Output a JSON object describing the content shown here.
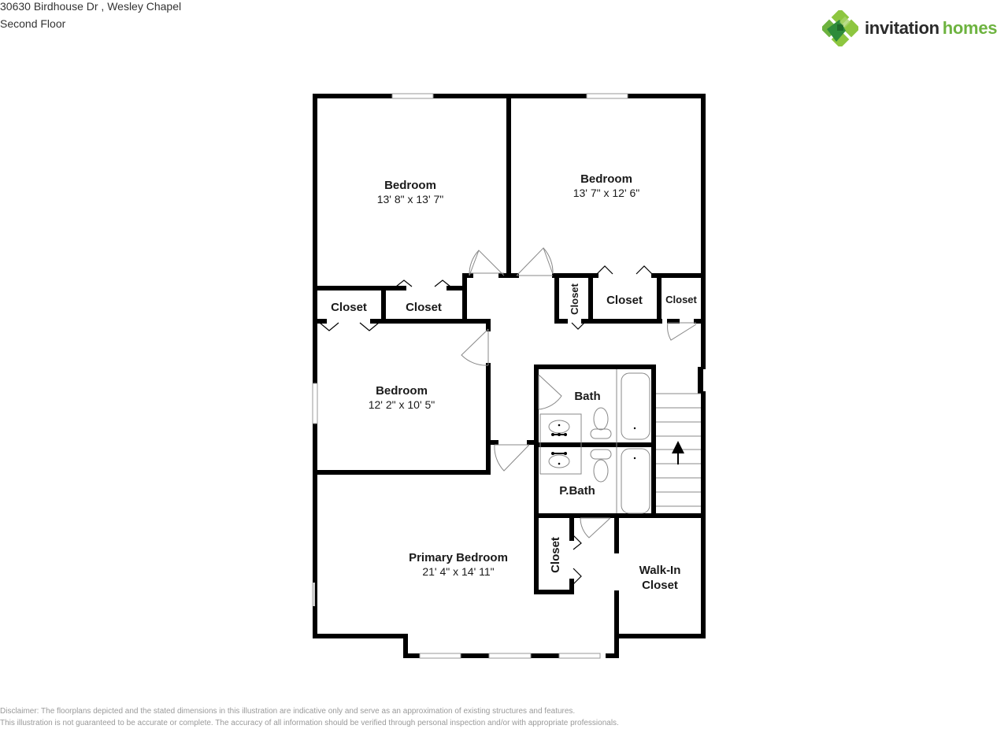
{
  "header": {
    "address": "30630 Birdhouse Dr , Wesley Chapel",
    "floor": "Second Floor"
  },
  "brand": {
    "name_part1": "invitation",
    "name_part2": "homes",
    "logo_icon": "green-diamond-cluster-icon",
    "colors": {
      "dark_green": "#2e8b3a",
      "light_green": "#8dc63f",
      "text_dark": "#2a2a2a",
      "text_green": "#6db33f"
    }
  },
  "floorplan": {
    "wall_color": "#000000",
    "rooms": [
      {
        "id": "bedroom-1",
        "label": "Bedroom",
        "dimensions": "13' 8\" x 13' 7\""
      },
      {
        "id": "bedroom-2",
        "label": "Bedroom",
        "dimensions": "13' 7\" x 12' 6\""
      },
      {
        "id": "bedroom-3",
        "label": "Bedroom",
        "dimensions": "12' 2\" x 10' 5\""
      },
      {
        "id": "primary-bedroom",
        "label": "Primary Bedroom",
        "dimensions": "21' 4\" x 14' 11\""
      },
      {
        "id": "closet-1",
        "label": "Closet"
      },
      {
        "id": "closet-2",
        "label": "Closet"
      },
      {
        "id": "closet-3",
        "label": "Closet"
      },
      {
        "id": "closet-4",
        "label": "Closet"
      },
      {
        "id": "closet-5",
        "label": "Closet"
      },
      {
        "id": "closet-6",
        "label": "Closet"
      },
      {
        "id": "bath",
        "label": "Bath"
      },
      {
        "id": "p-bath",
        "label": "P.Bath"
      },
      {
        "id": "walk-in-closet",
        "label_line1": "Walk-In",
        "label_line2": "Closet"
      }
    ],
    "stairs_direction": "up"
  },
  "disclaimer": {
    "line1": "Disclaimer: The floorplans depicted and the stated dimensions in this illustration are indicative only and serve as an approximation of existing structures and features.",
    "line2": "This illustration is not guaranteed to be accurate or complete. The accuracy of all information should be verified through personal inspection and/or with appropriate professionals."
  }
}
